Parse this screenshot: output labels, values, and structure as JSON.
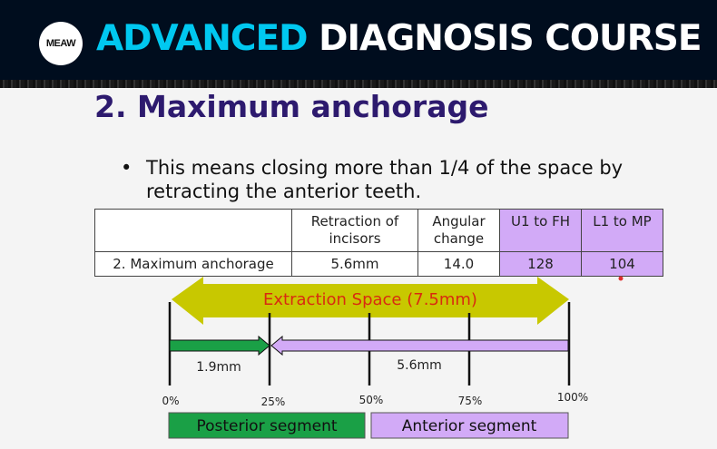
{
  "header": {
    "logo": "MEAW",
    "title_accent": "ADVANCED",
    "title_rest": "DIAGNOSIS COURSE"
  },
  "slide": {
    "title": "2. Maximum anchorage",
    "bullet": "This means closing more than 1/4 of the space by retracting the anterior teeth.",
    "table": {
      "headers": [
        "",
        "Retraction of incisors",
        "Angular change",
        "U1 to FH",
        "L1 to MP"
      ],
      "rows": [
        [
          "2. Maximum anchorage",
          "5.6mm",
          "14.0",
          "128",
          "104"
        ]
      ]
    },
    "diagram": {
      "extraction_label": "Extraction Space (7.5mm)",
      "posterior_mm": "1.9mm",
      "anterior_mm": "5.6mm",
      "ticks": [
        "0%",
        "25%",
        "50%",
        "75%",
        "100%"
      ],
      "posterior_segment": "Posterior segment",
      "anterior_segment": "Anterior segment",
      "colors": {
        "arrow": "#c8c800",
        "label": "#d92b0f",
        "posterior": "#1aa046",
        "anterior": "#d2aaf7"
      }
    }
  }
}
